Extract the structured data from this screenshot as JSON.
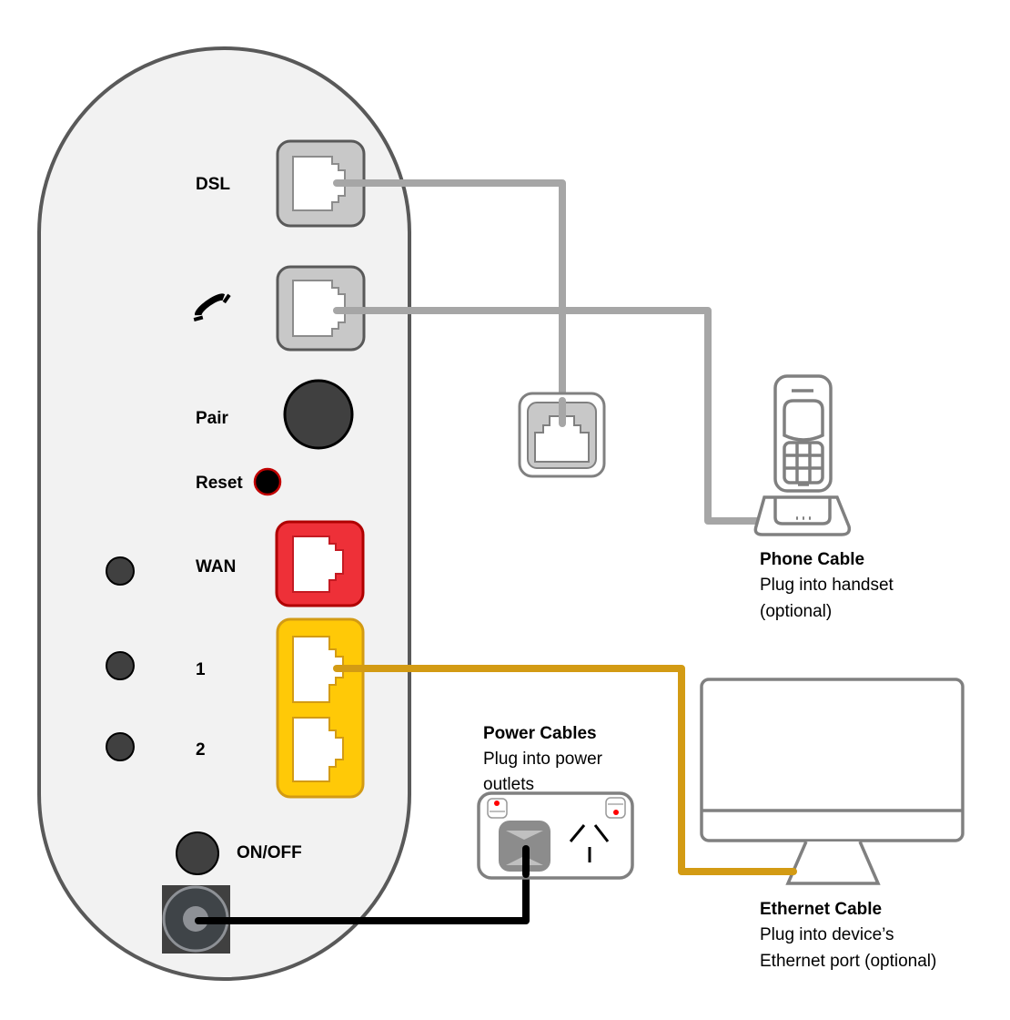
{
  "colors": {
    "router_body": "#f2f2f2",
    "router_outline": "#595959",
    "grey_port": "#c8c8c8",
    "wan_port": "#ee3038",
    "lan_port": "#ffc907",
    "phone_cable": "#a6a6a6",
    "ethernet_cable": "#d39b14",
    "power_cable": "#000000",
    "device_outline": "#808080",
    "led": "#404040"
  },
  "router": {
    "ports": {
      "dsl": {
        "label": "DSL"
      },
      "phone": {
        "icon": "phone-handset-icon"
      },
      "pair": {
        "label": "Pair"
      },
      "reset": {
        "label": "Reset"
      },
      "wan": {
        "label": "WAN"
      },
      "lan1": {
        "label": "1"
      },
      "lan2": {
        "label": "2"
      },
      "onoff": {
        "label": "ON/OFF"
      }
    }
  },
  "captions": {
    "phone_cable": {
      "title": "Phone Cable",
      "lines": [
        "Plug into handset",
        "(optional)"
      ]
    },
    "power_cables": {
      "title": "Power Cables",
      "lines": [
        "Plug into power",
        "outlets"
      ]
    },
    "ethernet_cable": {
      "title": "Ethernet Cable",
      "lines": [
        "Plug into device’s",
        "Ethernet port (optional)"
      ]
    }
  }
}
